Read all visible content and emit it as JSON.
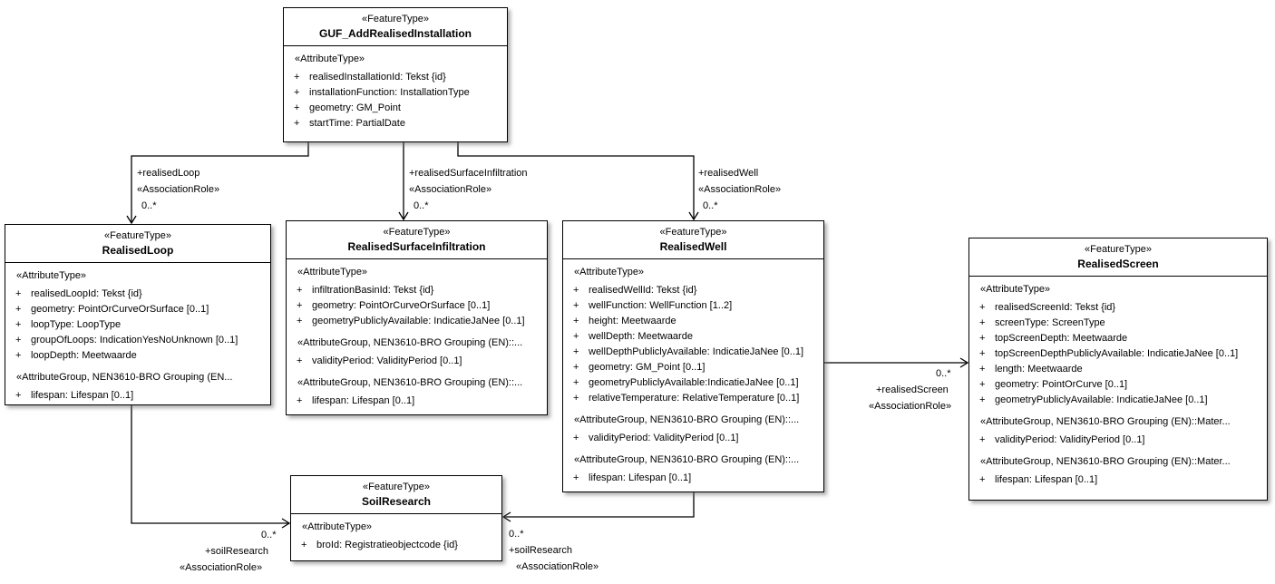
{
  "classes": {
    "guf": {
      "stereotype": "«FeatureType»",
      "name": "GUF_AddRealisedInstallation",
      "rows": [
        {
          "kind": "section",
          "text": "«AttributeType»"
        },
        {
          "vis": "+",
          "text": "realisedInstallationId: Tekst {id}"
        },
        {
          "vis": "+",
          "text": "installationFunction: InstallationType"
        },
        {
          "vis": "+",
          "text": "geometry: GM_Point"
        },
        {
          "vis": "+",
          "text": "startTime: PartialDate"
        }
      ]
    },
    "loop": {
      "stereotype": "«FeatureType»",
      "name": "RealisedLoop",
      "rows": [
        {
          "kind": "section",
          "text": "«AttributeType»"
        },
        {
          "vis": "+",
          "text": "realisedLoopId: Tekst {id}"
        },
        {
          "vis": "+",
          "text": "geometry: PointOrCurveOrSurface [0..1]"
        },
        {
          "vis": "+",
          "text": "loopType: LoopType"
        },
        {
          "vis": "+",
          "text": "groupOfLoops: IndicationYesNoUnknown [0..1]"
        },
        {
          "vis": "+",
          "text": "loopDepth: Meetwaarde"
        },
        {
          "kind": "group",
          "text": "«AttributeGroup, NEN3610-BRO Grouping (EN..."
        },
        {
          "vis": "+",
          "text": "lifespan: Lifespan [0..1]"
        }
      ]
    },
    "infiltration": {
      "stereotype": "«FeatureType»",
      "name": "RealisedSurfaceInfiltration",
      "rows": [
        {
          "kind": "section",
          "text": "«AttributeType»"
        },
        {
          "vis": "+",
          "text": "infiltrationBasinId: Tekst {id}"
        },
        {
          "vis": "+",
          "text": "geometry: PointOrCurveOrSurface [0..1]"
        },
        {
          "vis": "+",
          "text": "geometryPubliclyAvailable: IndicatieJaNee [0..1]"
        },
        {
          "kind": "group",
          "text": "«AttributeGroup, NEN3610-BRO Grouping (EN)::..."
        },
        {
          "vis": "+",
          "text": "validityPeriod: ValidityPeriod [0..1]"
        },
        {
          "kind": "group",
          "text": "«AttributeGroup, NEN3610-BRO Grouping (EN)::..."
        },
        {
          "vis": "+",
          "text": "lifespan: Lifespan [0..1]"
        }
      ]
    },
    "well": {
      "stereotype": "«FeatureType»",
      "name": "RealisedWell",
      "rows": [
        {
          "kind": "section",
          "text": "«AttributeType»"
        },
        {
          "vis": "+",
          "text": "realisedWellId: Tekst {id}"
        },
        {
          "vis": "+",
          "text": "wellFunction: WellFunction [1..2]"
        },
        {
          "vis": "+",
          "text": "height: Meetwaarde"
        },
        {
          "vis": "+",
          "text": "wellDepth: Meetwaarde"
        },
        {
          "vis": "+",
          "text": "wellDepthPubliclyAvailable: IndicatieJaNee [0..1]"
        },
        {
          "vis": "+",
          "text": "geometry: GM_Point [0..1]"
        },
        {
          "vis": "+",
          "text": "geometryPubliclyAvailable:IndicatieJaNee [0..1]"
        },
        {
          "vis": "+",
          "text": "relativeTemperature: RelativeTemperature [0..1]"
        },
        {
          "kind": "group",
          "text": "«AttributeGroup, NEN3610-BRO Grouping (EN)::..."
        },
        {
          "vis": "+",
          "text": "validityPeriod: ValidityPeriod [0..1]"
        },
        {
          "kind": "group",
          "text": "«AttributeGroup, NEN3610-BRO Grouping (EN)::..."
        },
        {
          "vis": "+",
          "text": "lifespan: Lifespan [0..1]"
        }
      ]
    },
    "screen": {
      "stereotype": "«FeatureType»",
      "name": "RealisedScreen",
      "rows": [
        {
          "kind": "section",
          "text": "«AttributeType»"
        },
        {
          "vis": "+",
          "text": "realisedScreenId: Tekst {id}"
        },
        {
          "vis": "+",
          "text": "screenType: ScreenType"
        },
        {
          "vis": "+",
          "text": "topScreenDepth: Meetwaarde"
        },
        {
          "vis": "+",
          "text": "topScreenDepthPubliclyAvailable: IndicatieJaNee [0..1]"
        },
        {
          "vis": "+",
          "text": "length: Meetwaarde"
        },
        {
          "vis": "+",
          "text": "geometry: PointOrCurve [0..1]"
        },
        {
          "vis": "+",
          "text": "geometryPubliclyAvailable: IndicatieJaNee [0..1]"
        },
        {
          "kind": "group",
          "text": "«AttributeGroup, NEN3610-BRO Grouping (EN)::Mater..."
        },
        {
          "vis": "+",
          "text": "validityPeriod: ValidityPeriod [0..1]"
        },
        {
          "kind": "group",
          "text": "«AttributeGroup, NEN3610-BRO Grouping (EN)::Mater..."
        },
        {
          "vis": "+",
          "text": "lifespan: Lifespan [0..1]"
        }
      ]
    },
    "soil": {
      "stereotype": "«FeatureType»",
      "name": "SoilResearch",
      "rows": [
        {
          "kind": "section",
          "text": "«AttributeType»"
        },
        {
          "vis": "+",
          "text": "broId: Registratieobjectcode {id}"
        }
      ]
    }
  },
  "associations": {
    "realisedLoop": {
      "role": "+realisedLoop",
      "stereotype": "«AssociationRole»",
      "multiplicity": "0..*"
    },
    "realisedSurfaceInfiltration": {
      "role": "+realisedSurfaceInfiltration",
      "stereotype": "«AssociationRole»",
      "multiplicity": "0..*"
    },
    "realisedWell": {
      "role": "+realisedWell",
      "stereotype": "«AssociationRole»",
      "multiplicity": "0..*"
    },
    "realisedScreen": {
      "role": "+realisedScreen",
      "stereotype": "«AssociationRole»",
      "multiplicity": "0..*"
    },
    "soilResearchLeft": {
      "role": "+soilResearch",
      "stereotype": "«AssociationRole»",
      "multiplicity": "0..*"
    },
    "soilResearchRight": {
      "role": "+soilResearch",
      "stereotype": "«AssociationRole»",
      "multiplicity": "0..*"
    }
  }
}
